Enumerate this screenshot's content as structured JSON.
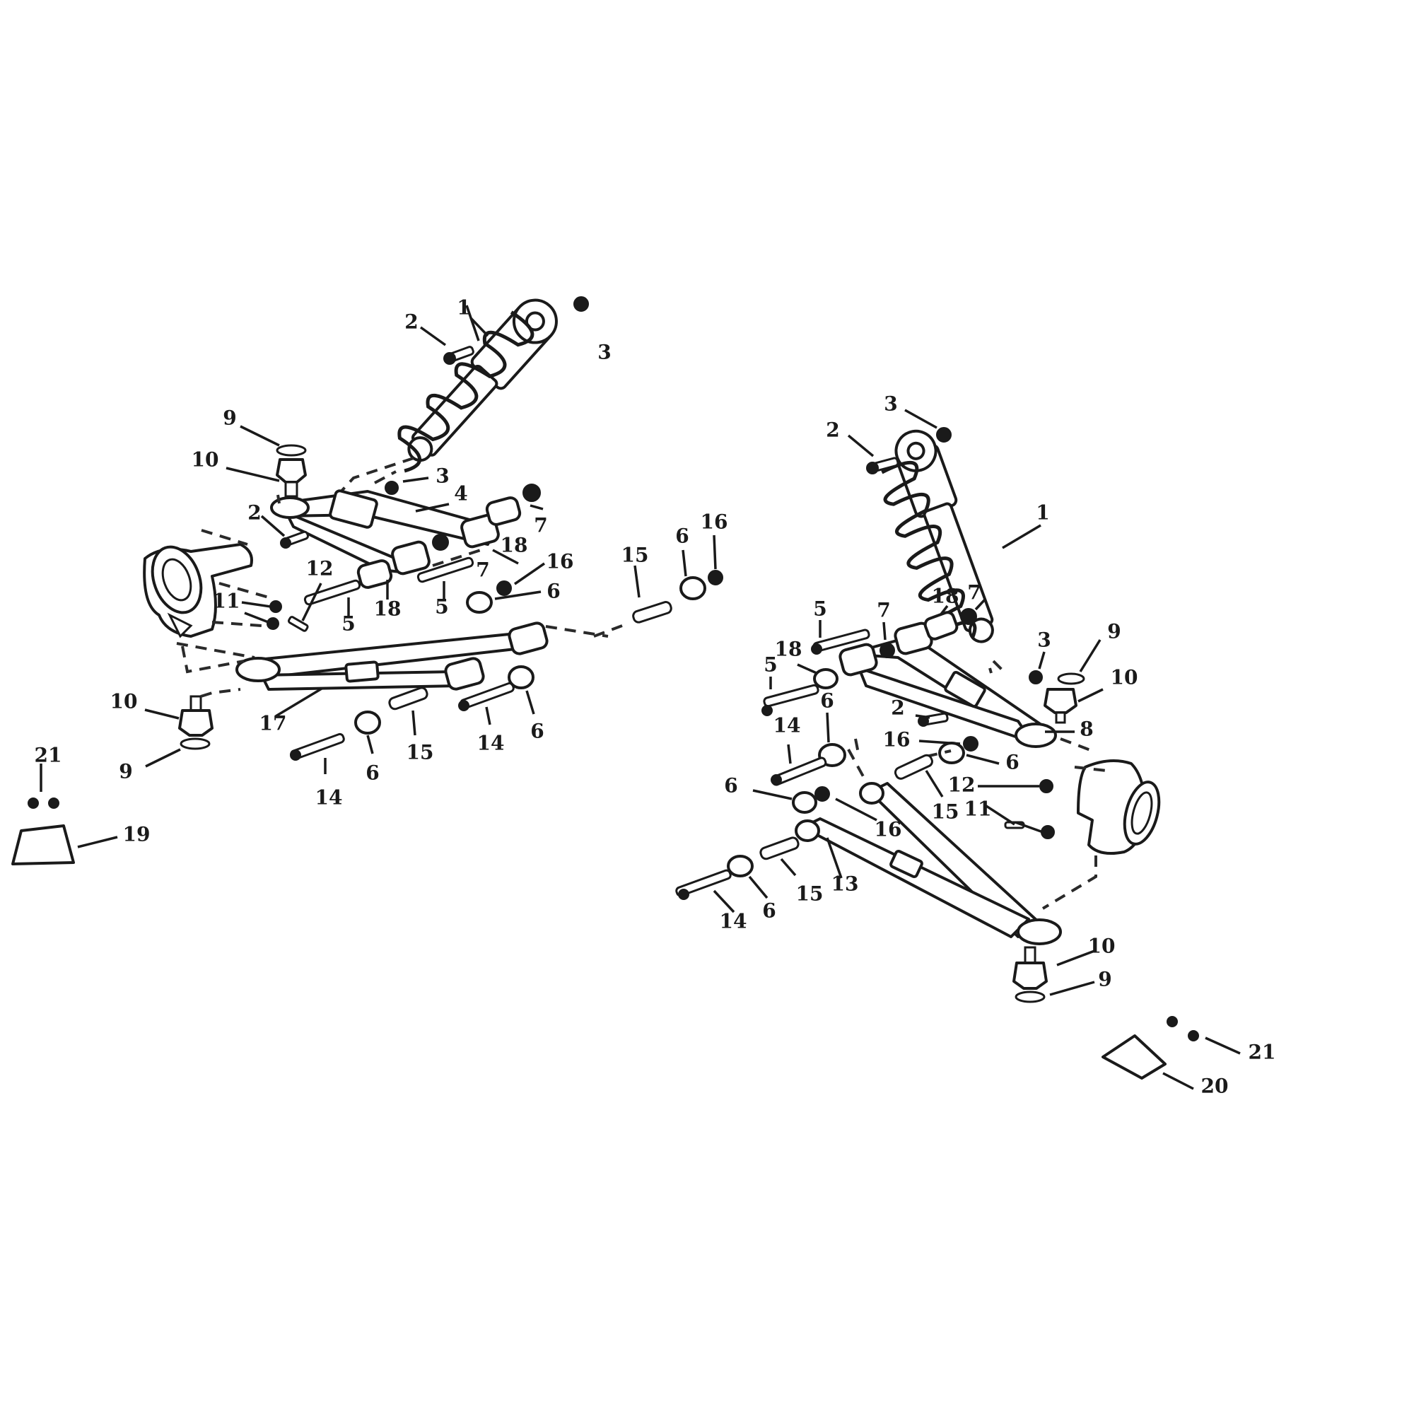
{
  "callouts": {
    "left": {
      "shock": "1",
      "bolt_shock": "2",
      "nut_shock": "3",
      "ball_joint_boot": "9",
      "ball_joint": "10",
      "nut_upper": "3",
      "upper_arm": "4",
      "bolt_upper": "2",
      "bolt_12": "12",
      "bushing_18_rear": "18",
      "washer_7_rear": "7",
      "washer_7_mid": "7",
      "bushing_18_mid": "18",
      "bolt_5_a": "5",
      "bolt_5_b": "5",
      "nut_11": "11",
      "bolt_16_mid": "16",
      "nut_6_mid": "6",
      "pin_15_right": "15",
      "nut_6_right": "6",
      "nut_16_right": "16",
      "lower_arm": "17",
      "ball_joint_lower": "10",
      "boot_lower": "9",
      "nut_6_low": "6",
      "pin_15_low": "15",
      "bolt_14_low": "14",
      "bolt_14_right": "14",
      "nut_6_low_right": "6",
      "screw_21": "21",
      "cover_19": "19"
    },
    "right": {
      "nut_shock": "3",
      "bolt_shock": "2",
      "shock": "1",
      "bolt_5_top": "5",
      "washer_7": "7",
      "bushing_18_top": "18",
      "washer_7_b": "7",
      "bushing_18": "18",
      "bolt_5_mid": "5",
      "nut_6_top": "6",
      "bolt_14_top": "14",
      "nut_3": "3",
      "boot_9": "9",
      "ball_joint_10": "10",
      "bolt_2": "2",
      "upper_arm": "8",
      "bolt_16": "16",
      "nut_6_mid": "6",
      "nut_6_left": "6",
      "bolt_12": "12",
      "nut_11": "11",
      "pin_15_mid": "15",
      "bolt_16_b": "16",
      "lower_arm": "13",
      "pin_15_low": "15",
      "bolt_14_low": "14",
      "nut_6_low": "6",
      "ball_joint_lower": "10",
      "boot_lower": "9",
      "screw_21": "21",
      "cover_20": "20"
    }
  }
}
